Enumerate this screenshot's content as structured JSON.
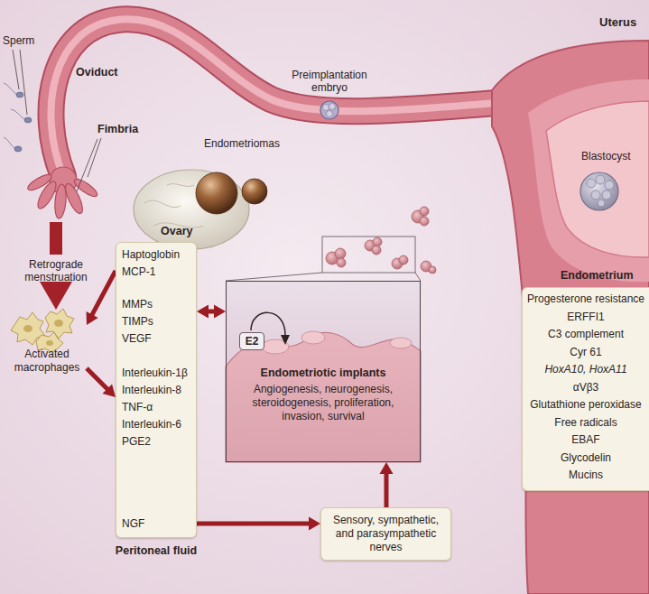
{
  "diagram": {
    "nodes": [
      {
        "text": [
          "Haptoglobin",
          "MCP-1",
          "MMPs",
          "TIMPs",
          "VEGF",
          "Interleukin-1β",
          "Interleukin-8",
          "TNF-α",
          "Interleukin-6",
          "PGE2",
          "NGF",
          "Peritoneal fluid"
        ]
      },
      {
        "text": [
          "Activated macrophages"
        ]
      },
      {
        "text": [
          "E2",
          "Endometriotic implants",
          "Angiogenesis, neurogenesis, steroidogenesis, proliferation, invasion, survival"
        ]
      },
      {
        "text": [
          "Sensory, sympathetic, and parasympathetic nerves"
        ]
      },
      {
        "text": [
          "Progesterone resistance",
          "ERFFI1",
          "C3 complement",
          "Cyr 61",
          "HoxA10, HoxA11",
          "αVβ3",
          "Glutathione peroxidase",
          "Free radicals",
          "EBAF",
          "Glycodelin",
          "Mucins"
        ]
      }
    ],
    "edges": [
      {
        "from": 0,
        "to": 1,
        "arrow": "to"
      },
      {
        "from": 1,
        "to": 0,
        "arrow": "to"
      },
      {
        "from": 0,
        "to": 2,
        "arrow": "both"
      },
      {
        "from": 0,
        "to": 3,
        "arrow": "to"
      },
      {
        "from": 3,
        "to": 2,
        "arrow": "to"
      }
    ],
    "labels": [
      "Sperm",
      "Oviduct",
      "Fimbria",
      "Preimplantation embryo",
      "Endometriomas",
      "Uterus",
      "Blastocyst",
      "Ovary",
      "Retrograde menstruation",
      "Endometrium"
    ]
  }
}
